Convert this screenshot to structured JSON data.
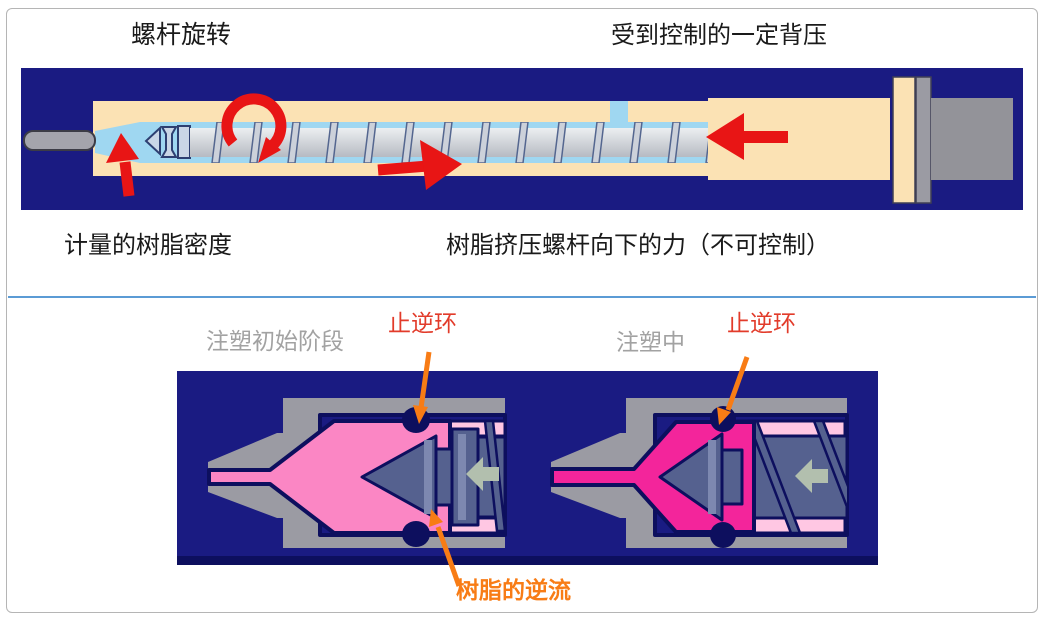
{
  "colors": {
    "navy": "#1a1b82",
    "navy_dark": "#0d0f5e",
    "cream": "#fbe2b4",
    "channel_blue": "#9fd7f1",
    "steel": "#a6a6ae",
    "steel_dark": "#8f8f97",
    "barrel_gray": "#9b9ba3",
    "pink": "#fb86c4",
    "light_pink": "#ffc7e3",
    "magenta": "#f3259b",
    "slate": "#55618f",
    "slate_light": "#7d88b0",
    "sage": "#b2bfae",
    "red": "#e81515",
    "orange": "#f87c15",
    "red_label": "#e23b2a",
    "gray_label": "#a2a2a2",
    "divider": "#5b9bd5",
    "border": "#b5b5b5",
    "ink": "#1a1a1a"
  },
  "top_section": {
    "labels": {
      "screw_rotation": "螺杆旋转",
      "controlled_back_pressure": "受到控制的一定背压",
      "metered_resin_density": "计量的树脂密度",
      "resin_downward_force": "树脂挤压螺杆向下的力（不可控制）"
    }
  },
  "bottom_section": {
    "labels": {
      "left_stage_title": "注塑初始阶段",
      "right_stage_title": "注塑中",
      "check_ring_left": "止逆环",
      "check_ring_right": "止逆环",
      "resin_backflow": "树脂的逆流"
    }
  }
}
